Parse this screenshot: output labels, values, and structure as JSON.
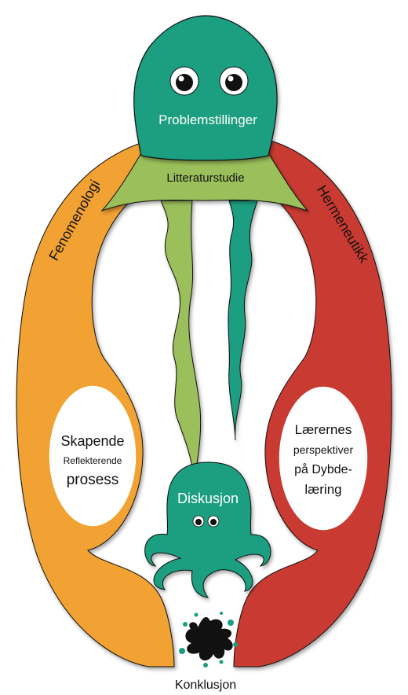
{
  "head": {
    "label": "Problemstillinger"
  },
  "collar": {
    "label": "Litteraturstudie"
  },
  "left_arm": {
    "label": "Fenomenologi"
  },
  "right_arm": {
    "label": "Hermeneutikk"
  },
  "left_oval": {
    "line1": "Skapende",
    "line2": "Reflekterende",
    "line3": "prosess"
  },
  "right_oval": {
    "line1": "Lærernes",
    "line2": "perspektiver",
    "line3": "på Dybde-",
    "line4": "læring"
  },
  "small_octopus": {
    "label": "Diskusjon"
  },
  "splat": {
    "label": "Konklusjon"
  },
  "colors": {
    "teal": "#1b9e80",
    "orange": "#f1a230",
    "red": "#c93a30",
    "green": "#9bbf5a",
    "outline": "#111111"
  }
}
